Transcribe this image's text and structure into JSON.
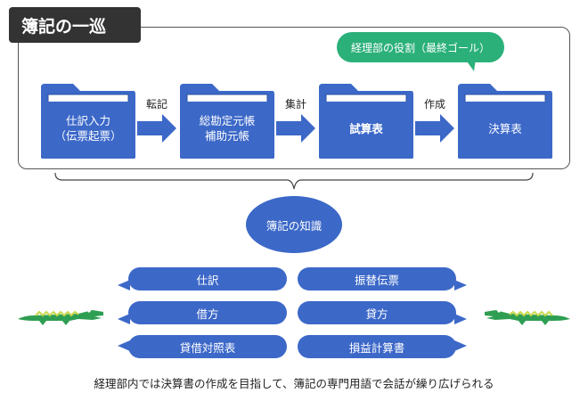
{
  "title": "簿記の一巡",
  "role_bubble": "経理部の役割（最終ゴール）",
  "flow": [
    {
      "lines": [
        "仕訳入力",
        "（伝票起票）"
      ],
      "bold": false
    },
    {
      "lines": [
        "総勘定元帳",
        "補助元帳"
      ],
      "bold": false
    },
    {
      "lines": [
        "試算表"
      ],
      "bold": true
    },
    {
      "lines": [
        "決算表"
      ],
      "bold": false
    }
  ],
  "arrows": [
    "転記",
    "集計",
    "作成"
  ],
  "knowledge": "簿記の知識",
  "terms_left": [
    "仕訳",
    "借方",
    "貸借対照表"
  ],
  "terms_right": [
    "振替伝票",
    "貸方",
    "損益計算書"
  ],
  "caption": "経理部内では決算書の作成を目指して、簿記の専門用語で会話が繰り広げられる",
  "colors": {
    "folder": "#3c68c8",
    "bubble": "#2bb07a",
    "title_bg": "#333333",
    "croc": "#2e9e52"
  },
  "icons": [
    "folder-icon",
    "arrow-right-icon",
    "crocodile-icon"
  ]
}
